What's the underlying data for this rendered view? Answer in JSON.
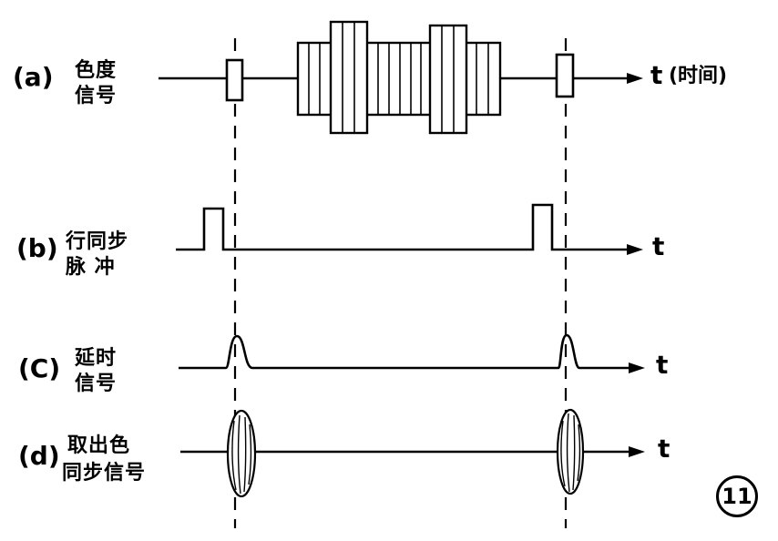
{
  "diagram": {
    "rows": [
      {
        "tag": "(a)",
        "line1": "色度",
        "line2": "信号"
      },
      {
        "tag": "(b)",
        "line1": "行同步",
        "line2": "脉  冲"
      },
      {
        "tag": "(C)",
        "line1": "延时",
        "line2": "信号"
      },
      {
        "tag": "(d)",
        "line1": "取出色",
        "line2": "同步信号"
      }
    ],
    "axis_a": "t",
    "axis_a_note": "(时间)",
    "axis_label": "t",
    "figure_number": "11"
  }
}
